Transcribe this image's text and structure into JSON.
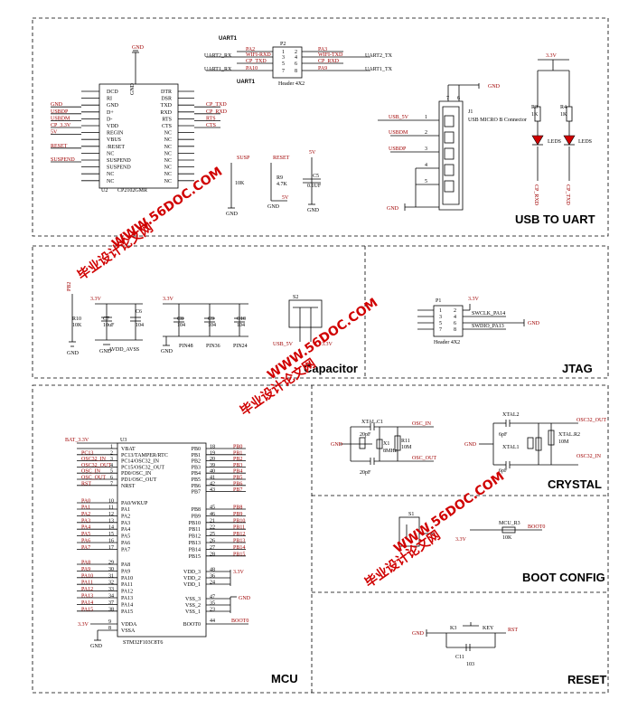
{
  "sections": {
    "usb_to_uart": "USB TO UART",
    "jtag": "JTAG",
    "crystal": "CRYSTAL",
    "boot_config": "BOOT CONFIG",
    "mcu": "MCU",
    "reset": "RESET",
    "capacitor": "Capacitor"
  },
  "usb_uart": {
    "gnd": "GND",
    "u2_ref": "U2",
    "u2_part": "CP2102GMR",
    "u2_left_pins": [
      "DCD",
      "RI",
      "GND",
      "D+",
      "D-",
      "VDD",
      "REGIN",
      "VBUS",
      "/RESET",
      "NC",
      "SUSPEND",
      "SUSPEND",
      "NC",
      "NC"
    ],
    "u2_left_nets": [
      "",
      "",
      "GND",
      "USBDP",
      "USBDM",
      "CP_3.3V",
      "5V",
      "",
      "RESET",
      "",
      "SUSPEND",
      "",
      "",
      ""
    ],
    "u2_right_pins": [
      "DTR",
      "DSR",
      "TXD",
      "RXD",
      "RTS",
      "CTS",
      "NC",
      "NC",
      "NC",
      "NC",
      "NC",
      "NC",
      "NC",
      "NC"
    ],
    "u2_right_nets": [
      "",
      "",
      "CP_TXD",
      "CP_RXD",
      "RTS",
      "CTS",
      "",
      "",
      "",
      "",
      "",
      "",
      "",
      ""
    ],
    "u2_top_label": "GND",
    "p2_ref": "P2",
    "p2_part": "Header 4X2",
    "p2_title_top": "UART1",
    "p2_title_bottom": "UART1",
    "p2_left_nets": [
      "PA2",
      "WIFI-RXD",
      "CP_TXD",
      "PA10"
    ],
    "p2_right_nets": [
      "PA3",
      "WIFI-TXD",
      "CP_RXD",
      "PA9"
    ],
    "p2_pins_left": [
      "1",
      "3",
      "5",
      "7"
    ],
    "p2_pins_right": [
      "2",
      "4",
      "6",
      "8"
    ],
    "p2_outer_left": [
      "UART2_RX",
      "UART1_RX"
    ],
    "p2_outer_right": [
      "UART2_TX",
      "UART1_TX"
    ],
    "j1_ref": "J1",
    "j1_part": "USB MICRO B Connector",
    "j1_nets": [
      "USB_5V",
      "USBDM",
      "USBDP",
      "",
      ""
    ],
    "j1_pins": [
      "1",
      "2",
      "3",
      "4",
      "5"
    ],
    "j1_top_pins": [
      "7",
      "6"
    ],
    "j1_gnd": "GND",
    "led_rail": "3.3V",
    "r3": "R3",
    "r3_val": "1K",
    "r4": "R4",
    "r4_val": "1K",
    "led_label": "LEDS",
    "led_nets": [
      "CP_RXD",
      "CP_TXD"
    ],
    "susp_net": "SUSP",
    "r_susp": "10K",
    "reset_net": "RESET",
    "r9": "R9",
    "r9_val": "4.7K",
    "v5": "5V",
    "c5": "C5",
    "c5_val": "0.1UF"
  },
  "capacitor": {
    "pb2": "PB2",
    "r10": "R10",
    "r10_val": "10K",
    "c7": "C7",
    "c7_val": "10uF",
    "c6": "C6",
    "c6_val": "104",
    "rail1": "3.3V",
    "avdd": "AVDD_AVSS",
    "rail2": "3.3V",
    "c8": "C8",
    "c8_val": "104",
    "c9": "C9",
    "c9_val": "104",
    "c10": "C10",
    "c10_val": "104",
    "pin48": "PIN48",
    "pin36": "PIN36",
    "pin24": "PIN24",
    "s2": "S2",
    "usb5v": "USB_5V",
    "v33": "3.3V",
    "gnd": "GND"
  },
  "jtag": {
    "p1": "P1",
    "part": "Header 4X2",
    "rail": "3.3V",
    "swclk": "SWCLK_PA14",
    "swdio": "SWDIO_PA13",
    "pins_left": [
      "1",
      "3",
      "5",
      "7"
    ],
    "pins_right": [
      "2",
      "4",
      "6",
      "8"
    ],
    "gnd": "GND"
  },
  "mcu": {
    "u3": "U3",
    "part": "STM32F103C8T6",
    "bat": "BAT_3.3V",
    "left_nets_top": [
      "",
      "PC13",
      "OSC32_IN",
      "OSC32_OUT",
      "OSC_IN",
      "OSC_OUT",
      "RST"
    ],
    "left_pins_top": [
      "VBAT",
      "PC13/TAMPER/RTC",
      "PC14/OSC32_IN",
      "PC15/OSC32_OUT",
      "PD0/OSC_IN",
      "PD1/OSC_OUT",
      "NRST"
    ],
    "left_nums_top": [
      "1",
      "2",
      "3",
      "4",
      "5",
      "6",
      "7"
    ],
    "wkup_net": "PA0",
    "wkup_pin": "PA0/WKUP",
    "wkup_num": "10",
    "pa_left": [
      "PA1",
      "PA2",
      "PA3",
      "PA4",
      "PA5",
      "PA6",
      "PA7"
    ],
    "pa_left_nums": [
      "11",
      "12",
      "13",
      "14",
      "15",
      "16",
      "17"
    ],
    "pa_right": [
      "PA8",
      "PA9",
      "PA10",
      "PA11",
      "PA12",
      "PA13",
      "PA14",
      "PA15"
    ],
    "pa_right_nums": [
      "29",
      "30",
      "31",
      "32",
      "33",
      "34",
      "37",
      "38"
    ],
    "vdda": "VDDA",
    "vssa": "VSSA",
    "vdda_num": "9",
    "vssa_num": "8",
    "vdda_rail": "3.3V",
    "pb_top": [
      "PB0",
      "PB1",
      "PB2",
      "PB3",
      "PB4",
      "PB5",
      "PB6",
      "PB7"
    ],
    "pb_top_nums": [
      "18",
      "19",
      "20",
      "39",
      "40",
      "41",
      "42",
      "43"
    ],
    "pb_bottom": [
      "PB8",
      "PB9",
      "PB10",
      "PB11",
      "PB12",
      "PB13",
      "PB14",
      "PB15"
    ],
    "pb_bottom_nums": [
      "45",
      "46",
      "21",
      "22",
      "25",
      "26",
      "27",
      "28"
    ],
    "vdd": [
      "VDD_3",
      "VDD_2",
      "VDD_1"
    ],
    "vdd_nums": [
      "48",
      "36",
      "24"
    ],
    "vdd_rail": "3.3V",
    "vss": [
      "VSS_3",
      "VSS_2",
      "VSS_1"
    ],
    "vss_nums": [
      "47",
      "35",
      "23"
    ],
    "gnd": "GND",
    "boot0": "BOOT0",
    "boot0_num": "44",
    "boot0_net": "BOOT0"
  },
  "crystal": {
    "xtal_c1": "XTAL.C1",
    "osc_in": "OSC_IN",
    "osc_out": "OSC_OUT",
    "c1": "20pF",
    "c2": "20pF",
    "x1": "X1",
    "x1_val": "8MHz",
    "r11": "R11",
    "r11_val": "10M",
    "xtal2": "XTAL2",
    "xtal1": "XTAL1",
    "c6p_1": "6pF",
    "c6p_2": "6pF",
    "xtal_r2": "XTAL.R2",
    "r2_val": "10M",
    "osc32_out": "OSC32_OUT",
    "osc32_in": "OSC32_IN",
    "gnd": "GND"
  },
  "boot": {
    "s1": "S1",
    "mcu_r3": "MCU_R3",
    "r3_val": "10K",
    "boot0": "BOOT0",
    "v33": "3.3V"
  },
  "reset": {
    "gnd": "GND",
    "k3": "K3",
    "key": "KEY",
    "rst": "RST",
    "c11": "C11",
    "c11_val": "103"
  },
  "watermark": {
    "cn": "毕业设计论文网",
    "url": "WWW.56DOC.COM"
  }
}
